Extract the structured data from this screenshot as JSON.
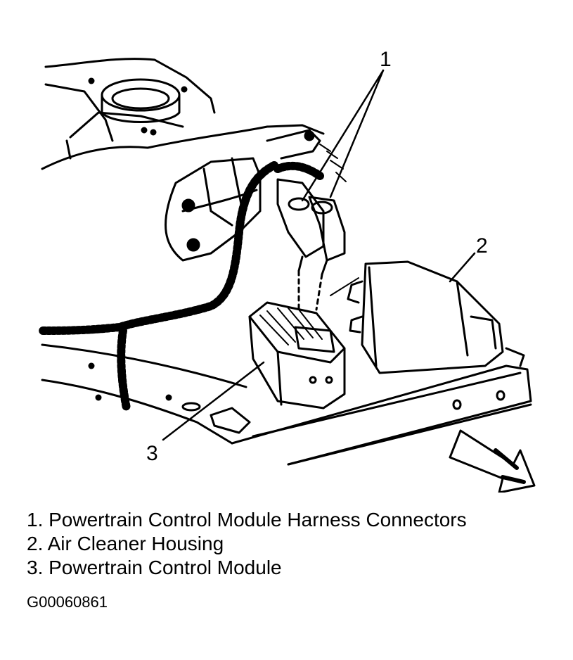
{
  "callouts": {
    "c1": "1",
    "c2": "2",
    "c3": "3"
  },
  "legend": [
    "1. Powertrain Control Module Harness Connectors",
    "2. Air Cleaner Housing",
    "3. Powertrain Control Module"
  ],
  "figure_id": "G00060861",
  "colors": {
    "ink": "#000000",
    "paper": "#ffffff"
  }
}
